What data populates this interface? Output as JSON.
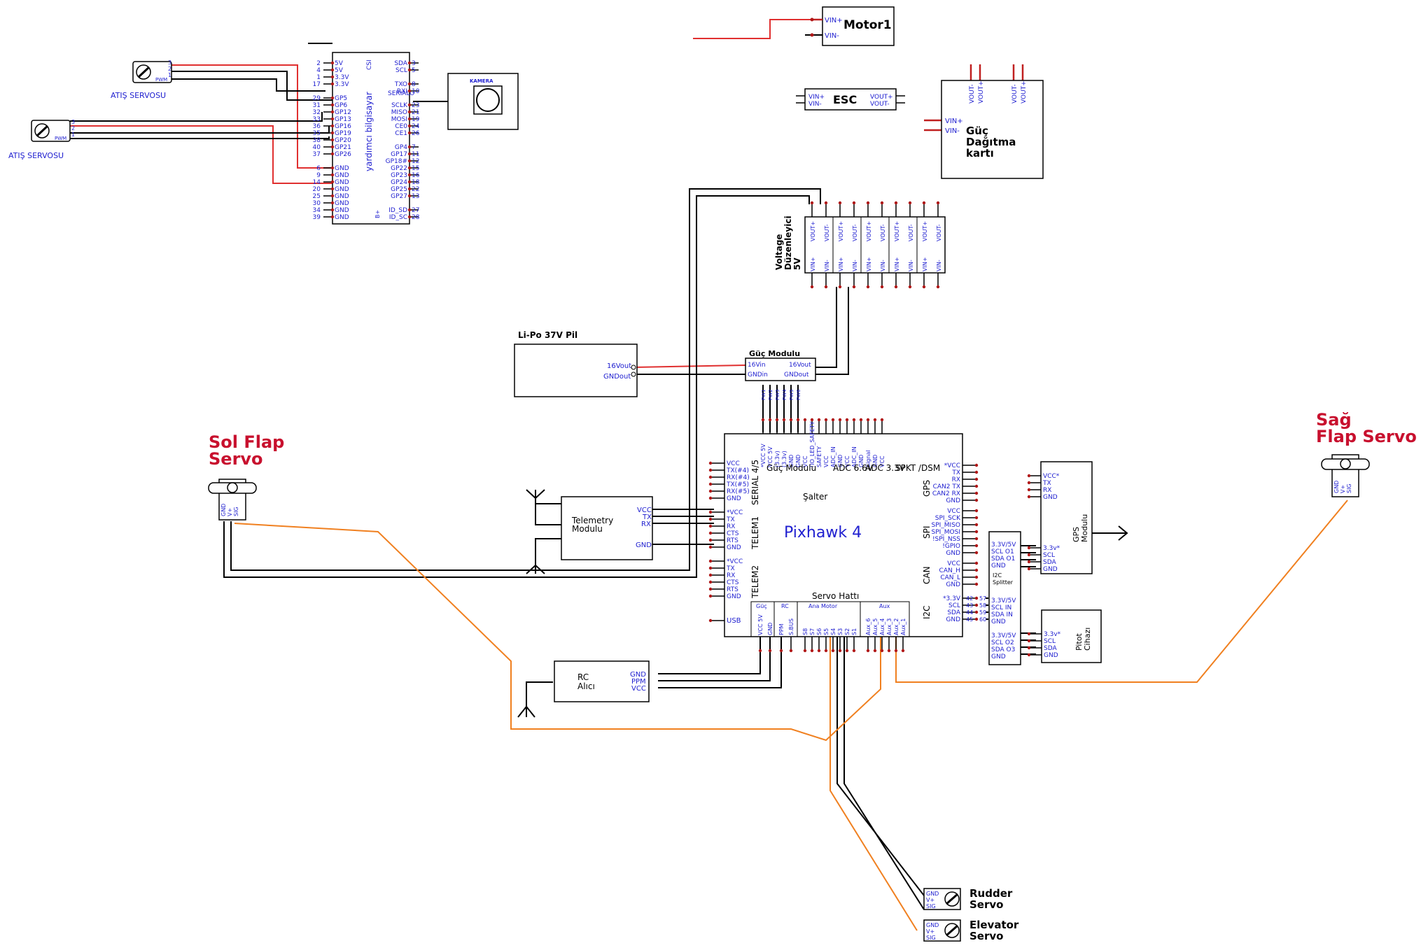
{
  "motor": {
    "title": "Motor1",
    "pins": [
      "VIN+",
      "VIN-"
    ]
  },
  "esc": {
    "title": "ESC",
    "in_pins": [
      "VIN+",
      "VIN-"
    ],
    "out_pins": [
      "VOUT+",
      "VOUT-"
    ]
  },
  "power_dist": {
    "title_lines": [
      "Güç",
      "Dağıtma",
      "kartı"
    ],
    "in_pins": [
      "VIN+",
      "VIN-"
    ],
    "out_pins": [
      "VOUT-",
      "VOUT+",
      "VOUT-",
      "VOUT+"
    ]
  },
  "voltage_reg": {
    "title_lines": [
      "Voltage",
      "Düzenleyici",
      "5V"
    ],
    "out_pins": [
      "VOUT+",
      "VOUT-"
    ],
    "in_pins": [
      "VIN+",
      "VIN-"
    ]
  },
  "battery": {
    "title": "Li-Po 37V Pil",
    "pins": [
      "16Vout",
      "GNDout"
    ]
  },
  "power_module": {
    "title": "Güç Modulu",
    "left_pins": [
      "16Vin",
      "GNDin"
    ],
    "right_pins": [
      "16Vout",
      "GNDout"
    ],
    "bottom_pins": [
      "PW1",
      "PW2",
      "PW3",
      "PW4",
      "PW5",
      "PW6"
    ]
  },
  "pixhawk": {
    "title": "Pixhawk 4",
    "top_pins": [
      "*VCC 5V",
      "VCC 5V",
      "(3.3v)",
      "(3.3v)",
      "GND",
      "GND",
      "VCC",
      "!IO_LED_SAFETY",
      "SAFETY",
      "VCC",
      "ADC_IN",
      "GND",
      "VCC",
      "ADC_IN",
      "GND",
      "Signal",
      "GND",
      "VCC"
    ],
    "top_groups": [
      "Güç Modulu",
      "Şalter",
      "ADC 6.6V",
      "ADC 3.3V",
      "SPKT /DSM"
    ],
    "serial45": {
      "label": "SERIAL 4/5",
      "pins": [
        "VCC",
        "TX(#4)",
        "RX(#4)",
        "TX(#5)",
        "RX(#5)",
        "GND"
      ]
    },
    "telem1": {
      "label": "TELEM1",
      "pins": [
        "*VCC",
        "TX",
        "RX",
        "CTS",
        "RTS",
        "GND"
      ]
    },
    "telem2": {
      "label": "TELEM2",
      "pins": [
        "*VCC",
        "TX",
        "RX",
        "CTS",
        "RTS",
        "GND"
      ]
    },
    "usb": "USB",
    "gps": {
      "label": "GPS",
      "pins": [
        "*VCC",
        "TX",
        "RX",
        "CAN2 TX",
        "CAN2 RX",
        "GND"
      ]
    },
    "spi": {
      "label": "SPI",
      "pins": [
        "VCC",
        "SPI_SCK",
        "SPI_MISO",
        "SPI_MOSI",
        "!SPI_NSS",
        "!GPIO",
        "GND"
      ]
    },
    "can": {
      "label": "CAN",
      "pins": [
        "VCC",
        "CAN_H",
        "CAN_L",
        "GND"
      ]
    },
    "i2c": {
      "label": "I2C",
      "pins": [
        "*3.3V",
        "SCL",
        "SDA",
        "GND"
      ],
      "nums": [
        "42",
        "43",
        "44",
        "45"
      ]
    },
    "servo_title": "Servo Hattı",
    "servo_groups": [
      "Güç",
      "RC",
      "Ana Motor",
      "Aux"
    ],
    "servo_pins": [
      "VCC 5V",
      "GND",
      "PPM",
      "S.BUS",
      "S8",
      "S7",
      "S6",
      "S5",
      "S4",
      "S3",
      "S2",
      "S1",
      "Aux_6",
      "Aux_5",
      "Aux_4",
      "Aux_3",
      "Aux_2",
      "Aux_1"
    ]
  },
  "telemetry": {
    "title_lines": [
      "Telemetry",
      "Modulu"
    ],
    "pins": [
      "VCC",
      "TX",
      "RX",
      "GND"
    ]
  },
  "rc": {
    "title_lines": [
      "RC",
      "Alıcı"
    ],
    "pins": [
      "GND",
      "PPM",
      "VCC"
    ]
  },
  "i2c_splitter": {
    "title_lines": [
      "I2C",
      "Splitter"
    ],
    "group1": [
      "3.3V/5V",
      "SCL O1",
      "SDA O1",
      "GND"
    ],
    "group2": [
      "3.3V/5V",
      "SCL IN",
      "SDA IN",
      "GND"
    ],
    "group3": [
      "3.3V/5V",
      "SCL O2",
      "SDA O3",
      "GND"
    ],
    "nums": [
      "57",
      "58",
      "59",
      "60"
    ]
  },
  "gps_module": {
    "title_lines": [
      "GPS",
      "Modulu"
    ],
    "pins": [
      "VCC*",
      "TX",
      "RX",
      "GND"
    ]
  },
  "pitot": {
    "title_lines": [
      "Pitot",
      "Cihazı"
    ],
    "pins": [
      "3.3v*",
      "SCL",
      "SDA",
      "GND"
    ]
  },
  "gps_top_pins": [
    "3.3v*",
    "SCL",
    "SDA",
    "GND"
  ],
  "rpi": {
    "title": "yardımcı bilgisayar",
    "csi": "CSI",
    "left_pins": [
      "5V",
      "5V",
      "3.3V",
      "3.3V",
      "GP5",
      "GP6",
      "GP12",
      "GP13",
      "GP16",
      "GP19",
      "GP20",
      "GP21",
      "GP26",
      "GND",
      "GND",
      "GND",
      "GND",
      "GND",
      "GND",
      "GND",
      "GND"
    ],
    "left_nums": [
      "2",
      "4",
      "1",
      "17",
      "29",
      "31",
      "32",
      "33",
      "36",
      "35",
      "38",
      "40",
      "37",
      "6",
      "9",
      "14",
      "20",
      "25",
      "30",
      "34",
      "39"
    ],
    "right_pins": [
      "SDA",
      "SCL",
      "TXO",
      "RXI",
      "SCLK",
      "MISO",
      "MOSI",
      "CE0",
      "CE1",
      "GP4",
      "GP17",
      "GP18#",
      "GP22",
      "GP23",
      "GP24",
      "GP25",
      "GP27",
      "ID_SD",
      "ID_SC"
    ],
    "right_nums": [
      "3",
      "5",
      "8",
      "10",
      "23",
      "21",
      "19",
      "24",
      "26",
      "7",
      "11",
      "12",
      "15",
      "16",
      "18",
      "22",
      "13",
      "27",
      "28"
    ],
    "uart_label": "SERIALO",
    "bottom_label": "B+"
  },
  "camera": {
    "title": "KAMERA"
  },
  "servo1": {
    "label": "ATIŞ SERVOSU",
    "pins": [
      "3",
      "2",
      "1"
    ],
    "pwm": "PWM"
  },
  "servo2": {
    "label": "ATIŞ SERVOSU",
    "pins": [
      "3",
      "2",
      "1"
    ],
    "pwm": "PWM"
  },
  "sol_flap": {
    "title_lines": [
      "Sol Flap",
      "Servo"
    ],
    "pins": [
      "GND",
      "V+",
      "SIG"
    ]
  },
  "sag_flap": {
    "title_lines": [
      "Sağ",
      "Flap Servo"
    ],
    "pins": [
      "GND",
      "V+",
      "SIG"
    ]
  },
  "rudder": {
    "title_lines": [
      "Rudder",
      "Servo"
    ],
    "pins": [
      "GND",
      "V+",
      "SIG"
    ]
  },
  "elevator": {
    "title_lines": [
      "Elevator",
      "Servo"
    ],
    "pins": [
      "GND",
      "V+",
      "SIG"
    ]
  },
  "colors": {
    "label_red": "#c8102e",
    "pin_blue": "#2020d0",
    "wire_red": "#e03030",
    "wire_orange": "#f08020"
  }
}
